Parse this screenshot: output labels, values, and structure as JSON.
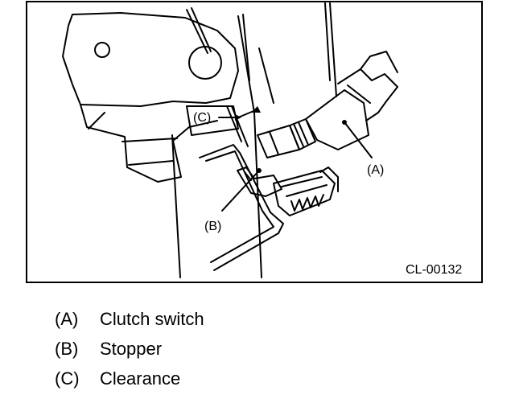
{
  "figure": {
    "code": "CL-00132",
    "callouts": {
      "a": "(A)",
      "b": "(B)",
      "c": "(C)"
    }
  },
  "legend": [
    {
      "key": "(A)",
      "label": "Clutch switch"
    },
    {
      "key": "(B)",
      "label": "Stopper"
    },
    {
      "key": "(C)",
      "label": "Clearance"
    }
  ]
}
